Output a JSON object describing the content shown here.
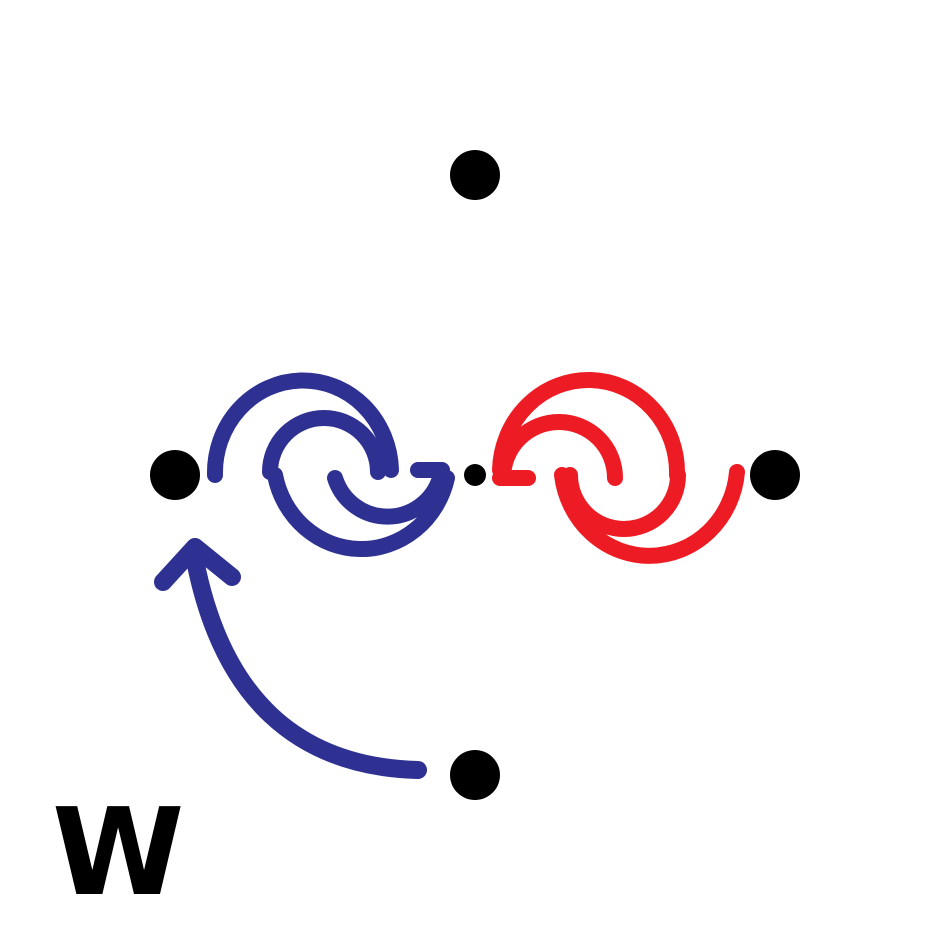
{
  "diagram": {
    "label": "W",
    "colors": {
      "background": "#ffffff",
      "node": "#000000",
      "blue_move": "#2e3192",
      "red_move": "#ed1c24",
      "label": "#000000"
    },
    "nodes": [
      "top",
      "left",
      "center",
      "right",
      "bottom"
    ],
    "moves": [
      {
        "name": "blue-swap",
        "color": "blue",
        "kind": "double-arc-exchange",
        "between": [
          "left",
          "center"
        ]
      },
      {
        "name": "red-swap",
        "color": "red",
        "kind": "double-arc-exchange",
        "between": [
          "center",
          "right"
        ]
      },
      {
        "name": "blue-arrow",
        "color": "blue",
        "kind": "curved-arrow",
        "from": "bottom",
        "to": "left"
      }
    ]
  }
}
